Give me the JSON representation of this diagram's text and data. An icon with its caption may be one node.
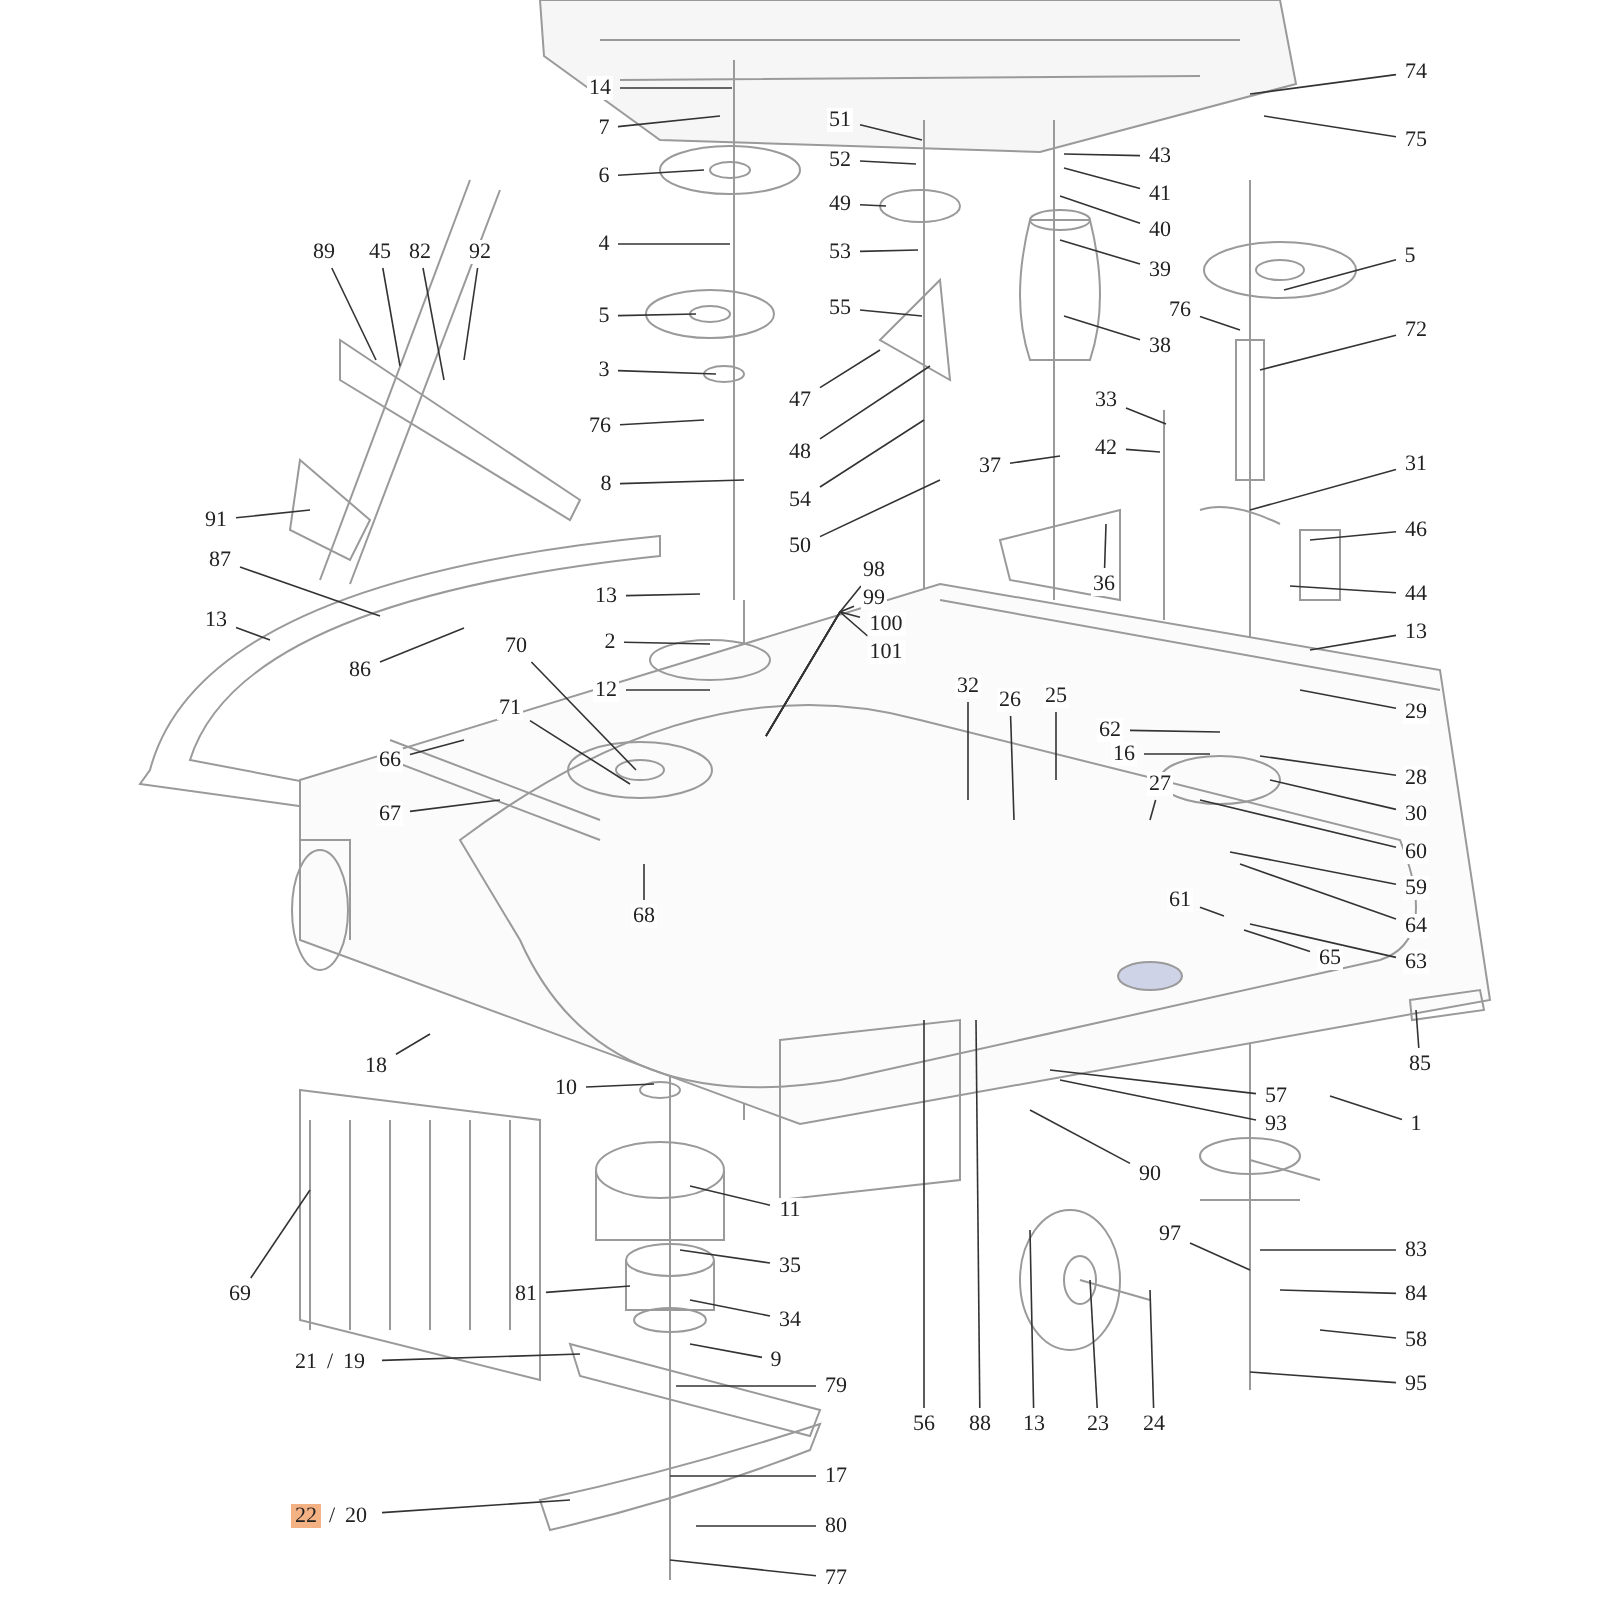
{
  "diagram": {
    "nodes": [
      {
        "text": [
          "14"
        ]
      },
      {
        "text": [
          "7"
        ]
      },
      {
        "text": [
          "6"
        ]
      },
      {
        "text": [
          "4"
        ]
      },
      {
        "text": [
          "5"
        ]
      },
      {
        "text": [
          "3"
        ]
      },
      {
        "text": [
          "76"
        ]
      },
      {
        "text": [
          "8"
        ]
      },
      {
        "text": [
          "51"
        ]
      },
      {
        "text": [
          "52"
        ]
      },
      {
        "text": [
          "49"
        ]
      },
      {
        "text": [
          "53"
        ]
      },
      {
        "text": [
          "55"
        ]
      },
      {
        "text": [
          "47"
        ]
      },
      {
        "text": [
          "48"
        ]
      },
      {
        "text": [
          "54"
        ]
      },
      {
        "text": [
          "50"
        ]
      },
      {
        "text": [
          "74"
        ]
      },
      {
        "text": [
          "75"
        ]
      },
      {
        "text": [
          "43"
        ]
      },
      {
        "text": [
          "41"
        ]
      },
      {
        "text": [
          "40"
        ]
      },
      {
        "text": [
          "39"
        ]
      },
      {
        "text": [
          "5"
        ]
      },
      {
        "text": [
          "76"
        ]
      },
      {
        "text": [
          "72"
        ]
      },
      {
        "text": [
          "38"
        ]
      },
      {
        "text": [
          "89"
        ]
      },
      {
        "text": [
          "45"
        ]
      },
      {
        "text": [
          "82"
        ]
      },
      {
        "text": [
          "92"
        ]
      },
      {
        "text": [
          "33"
        ]
      },
      {
        "text": [
          "42"
        ]
      },
      {
        "text": [
          "37"
        ]
      },
      {
        "text": [
          "31"
        ]
      },
      {
        "text": [
          "91"
        ]
      },
      {
        "text": [
          "46"
        ]
      },
      {
        "text": [
          "87"
        ]
      },
      {
        "text": [
          "36"
        ]
      },
      {
        "text": [
          "98"
        ]
      },
      {
        "text": [
          "99"
        ]
      },
      {
        "text": [
          "100"
        ]
      },
      {
        "text": [
          "101"
        ]
      },
      {
        "text": [
          "44"
        ]
      },
      {
        "text": [
          "13"
        ]
      },
      {
        "text": [
          "13"
        ]
      },
      {
        "text": [
          "13"
        ]
      },
      {
        "text": [
          "2"
        ]
      },
      {
        "text": [
          "70"
        ]
      },
      {
        "text": [
          "86"
        ]
      },
      {
        "text": [
          "32"
        ]
      },
      {
        "text": [
          "12"
        ]
      },
      {
        "text": [
          "26"
        ]
      },
      {
        "text": [
          "25"
        ]
      },
      {
        "text": [
          "71"
        ]
      },
      {
        "text": [
          "29"
        ]
      },
      {
        "text": [
          "62"
        ]
      },
      {
        "text": [
          "16"
        ]
      },
      {
        "text": [
          "66"
        ]
      },
      {
        "text": [
          "28"
        ]
      },
      {
        "text": [
          "27"
        ]
      },
      {
        "text": [
          "30"
        ]
      },
      {
        "text": [
          "67"
        ]
      },
      {
        "text": [
          "60"
        ]
      },
      {
        "text": [
          "59"
        ]
      },
      {
        "text": [
          "61"
        ]
      },
      {
        "text": [
          "64"
        ]
      },
      {
        "text": [
          "68"
        ]
      },
      {
        "text": [
          "65"
        ]
      },
      {
        "text": [
          "63"
        ]
      },
      {
        "text": [
          "85"
        ]
      },
      {
        "text": [
          "18"
        ]
      },
      {
        "text": [
          "10"
        ]
      },
      {
        "text": [
          "57"
        ]
      },
      {
        "text": [
          "93"
        ]
      },
      {
        "text": [
          "1"
        ]
      },
      {
        "text": [
          "90"
        ]
      },
      {
        "text": [
          "11"
        ]
      },
      {
        "text": [
          "97"
        ]
      },
      {
        "text": [
          "83"
        ]
      },
      {
        "text": [
          "35"
        ]
      },
      {
        "text": [
          "69"
        ]
      },
      {
        "text": [
          "84"
        ]
      },
      {
        "text": [
          "81"
        ]
      },
      {
        "text": [
          "34"
        ]
      },
      {
        "text": [
          "58"
        ]
      },
      {
        "text": [
          "21",
          "/",
          "19"
        ]
      },
      {
        "text": [
          "9"
        ]
      },
      {
        "text": [
          "79"
        ]
      },
      {
        "text": [
          "95"
        ]
      },
      {
        "text": [
          "56"
        ]
      },
      {
        "text": [
          "88"
        ]
      },
      {
        "text": [
          "13"
        ]
      },
      {
        "text": [
          "23"
        ]
      },
      {
        "text": [
          "24"
        ]
      },
      {
        "text": [
          "17"
        ]
      },
      {
        "text": [
          "22",
          "/",
          "20"
        ]
      },
      {
        "text": [
          "80"
        ]
      },
      {
        "text": [
          "77"
        ]
      }
    ],
    "edges": [
      {
        "from": 0,
        "to": null,
        "arrow": "none"
      },
      {
        "from": 1,
        "to": null,
        "arrow": "none"
      },
      {
        "from": 2,
        "to": null,
        "arrow": "none"
      },
      {
        "from": 3,
        "to": null,
        "arrow": "none"
      },
      {
        "from": 4,
        "to": null,
        "arrow": "none"
      },
      {
        "from": 5,
        "to": null,
        "arrow": "none"
      },
      {
        "from": 6,
        "to": null,
        "arrow": "none"
      },
      {
        "from": 7,
        "to": null,
        "arrow": "none"
      },
      {
        "from": 8,
        "to": null,
        "arrow": "none"
      },
      {
        "from": 9,
        "to": null,
        "arrow": "none"
      },
      {
        "from": 10,
        "to": null,
        "arrow": "none"
      },
      {
        "from": 11,
        "to": null,
        "arrow": "none"
      },
      {
        "from": 12,
        "to": null,
        "arrow": "none"
      },
      {
        "from": 13,
        "to": null,
        "arrow": "none"
      },
      {
        "from": 14,
        "to": null,
        "arrow": "none"
      },
      {
        "from": 15,
        "to": null,
        "arrow": "none"
      },
      {
        "from": 16,
        "to": null,
        "arrow": "none"
      },
      {
        "from": 17,
        "to": null,
        "arrow": "none"
      },
      {
        "from": 18,
        "to": null,
        "arrow": "none"
      },
      {
        "from": 19,
        "to": null,
        "arrow": "none"
      },
      {
        "from": 20,
        "to": null,
        "arrow": "none"
      },
      {
        "from": 21,
        "to": null,
        "arrow": "none"
      },
      {
        "from": 22,
        "to": null,
        "arrow": "none"
      },
      {
        "from": 23,
        "to": null,
        "arrow": "none"
      },
      {
        "from": 24,
        "to": null,
        "arrow": "none"
      },
      {
        "from": 25,
        "to": null,
        "arrow": "none"
      },
      {
        "from": 26,
        "to": null,
        "arrow": "none"
      },
      {
        "from": 27,
        "to": null,
        "arrow": "none"
      },
      {
        "from": 28,
        "to": null,
        "arrow": "none"
      },
      {
        "from": 29,
        "to": null,
        "arrow": "none"
      },
      {
        "from": 30,
        "to": null,
        "arrow": "none"
      },
      {
        "from": 31,
        "to": null,
        "arrow": "none"
      },
      {
        "from": 32,
        "to": null,
        "arrow": "none"
      },
      {
        "from": 33,
        "to": null,
        "arrow": "none"
      },
      {
        "from": 34,
        "to": null,
        "arrow": "none"
      },
      {
        "from": 35,
        "to": null,
        "arrow": "none"
      },
      {
        "from": 36,
        "to": null,
        "arrow": "none"
      },
      {
        "from": 37,
        "to": null,
        "arrow": "none"
      },
      {
        "from": 38,
        "to": null,
        "arrow": "none"
      },
      {
        "from": 39,
        "to": null,
        "arrow": "none"
      },
      {
        "from": 40,
        "to": null,
        "arrow": "none"
      },
      {
        "from": 41,
        "to": null,
        "arrow": "none"
      },
      {
        "from": 42,
        "to": null,
        "arrow": "none"
      },
      {
        "from": 43,
        "to": null,
        "arrow": "none"
      },
      {
        "from": 44,
        "to": null,
        "arrow": "none"
      },
      {
        "from": 45,
        "to": null,
        "arrow": "none"
      },
      {
        "from": 46,
        "to": null,
        "arrow": "none"
      },
      {
        "from": 47,
        "to": null,
        "arrow": "none"
      },
      {
        "from": 48,
        "to": null,
        "arrow": "none"
      },
      {
        "from": 49,
        "to": null,
        "arrow": "none"
      },
      {
        "from": 50,
        "to": null,
        "arrow": "none"
      },
      {
        "from": 51,
        "to": null,
        "arrow": "none"
      },
      {
        "from": 52,
        "to": null,
        "arrow": "none"
      },
      {
        "from": 53,
        "to": null,
        "arrow": "none"
      },
      {
        "from": 54,
        "to": null,
        "arrow": "none"
      },
      {
        "from": 55,
        "to": null,
        "arrow": "none"
      },
      {
        "from": 56,
        "to": null,
        "arrow": "none"
      },
      {
        "from": 57,
        "to": null,
        "arrow": "none"
      },
      {
        "from": 58,
        "to": null,
        "arrow": "none"
      },
      {
        "from": 59,
        "to": null,
        "arrow": "none"
      },
      {
        "from": 60,
        "to": null,
        "arrow": "none"
      },
      {
        "from": 61,
        "to": null,
        "arrow": "none"
      },
      {
        "from": 62,
        "to": null,
        "arrow": "none"
      },
      {
        "from": 63,
        "to": null,
        "arrow": "none"
      },
      {
        "from": 64,
        "to": null,
        "arrow": "none"
      },
      {
        "from": 65,
        "to": null,
        "arrow": "none"
      },
      {
        "from": 66,
        "to": null,
        "arrow": "none"
      },
      {
        "from": 67,
        "to": null,
        "arrow": "none"
      },
      {
        "from": 68,
        "to": null,
        "arrow": "none"
      },
      {
        "from": 69,
        "to": null,
        "arrow": "none"
      },
      {
        "from": 70,
        "to": null,
        "arrow": "none"
      },
      {
        "from": 71,
        "to": null,
        "arrow": "none"
      },
      {
        "from": 72,
        "to": null,
        "arrow": "none"
      },
      {
        "from": 73,
        "to": null,
        "arrow": "none"
      },
      {
        "from": 74,
        "to": null,
        "arrow": "none"
      },
      {
        "from": 75,
        "to": null,
        "arrow": "none"
      },
      {
        "from": 76,
        "to": null,
        "arrow": "none"
      },
      {
        "from": 77,
        "to": null,
        "arrow": "none"
      },
      {
        "from": 78,
        "to": null,
        "arrow": "none"
      },
      {
        "from": 79,
        "to": null,
        "arrow": "none"
      },
      {
        "from": 80,
        "to": null,
        "arrow": "none"
      },
      {
        "from": 81,
        "to": null,
        "arrow": "none"
      },
      {
        "from": 82,
        "to": null,
        "arrow": "none"
      },
      {
        "from": 83,
        "to": null,
        "arrow": "none"
      },
      {
        "from": 84,
        "to": null,
        "arrow": "none"
      },
      {
        "from": 85,
        "to": null,
        "arrow": "none"
      },
      {
        "from": 86,
        "to": null,
        "arrow": "none"
      },
      {
        "from": 87,
        "to": null,
        "arrow": "none"
      },
      {
        "from": 88,
        "to": null,
        "arrow": "none"
      },
      {
        "from": 89,
        "to": null,
        "arrow": "none"
      },
      {
        "from": 90,
        "to": null,
        "arrow": "none"
      },
      {
        "from": 91,
        "to": null,
        "arrow": "none"
      },
      {
        "from": 92,
        "to": null,
        "arrow": "none"
      },
      {
        "from": 93,
        "to": null,
        "arrow": "none"
      },
      {
        "from": 94,
        "to": null,
        "arrow": "none"
      },
      {
        "from": 95,
        "to": null,
        "arrow": "none"
      },
      {
        "from": 96,
        "to": null,
        "arrow": "none"
      },
      {
        "from": 97,
        "to": null,
        "arrow": "none"
      },
      {
        "from": 98,
        "to": null,
        "arrow": "none"
      }
    ]
  }
}
